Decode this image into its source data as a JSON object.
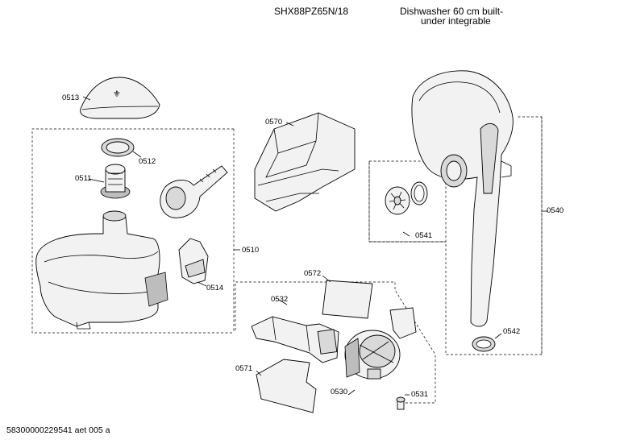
{
  "header": {
    "model": "SHX88PZ65N/18",
    "description_line1": "Dishwasher 60 cm built-",
    "description_line2": "under integrable"
  },
  "footer": {
    "document_code": "58300000229541 aet 005 a"
  },
  "callouts": {
    "p0510": "0510",
    "p0511": "0511",
    "p0512": "0512",
    "p0513": "0513",
    "p0514": "0514",
    "p0530": "0530",
    "p0531": "0531",
    "p0532": "0532",
    "p0540": "0540",
    "p0541": "0541",
    "p0542": "0542",
    "p0570": "0570",
    "p0571": "0571",
    "p0572": "0572"
  }
}
